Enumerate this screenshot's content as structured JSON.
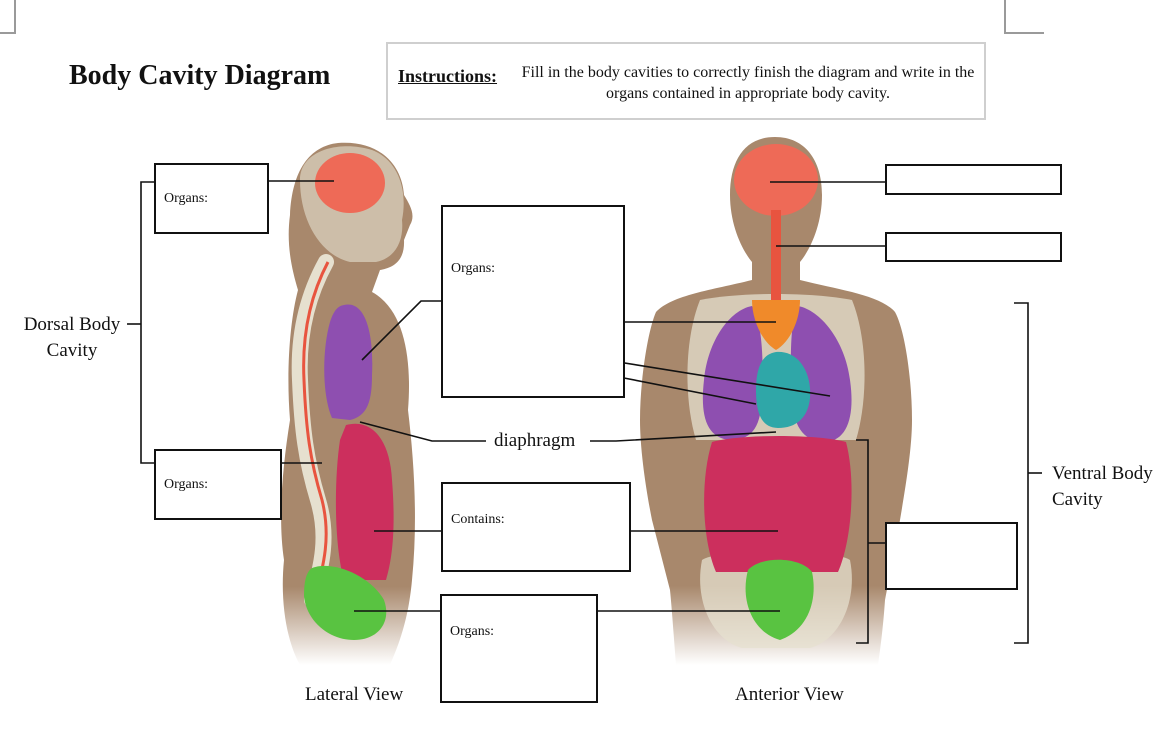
{
  "title": "Body Cavity Diagram",
  "instructions": {
    "label": "Instructions:",
    "text": "Fill in the body cavities to correctly finish the diagram and write in the organs contained in appropriate body cavity."
  },
  "labels": {
    "dorsal": "Dorsal Body Cavity",
    "ventral": "Ventral Body Cavity",
    "diaphragm": "diaphragm",
    "lateral_view": "Lateral View",
    "anterior_view": "Anterior View"
  },
  "boxes": {
    "dorsal_upper": "Organs:",
    "dorsal_lower": "Organs:",
    "thoracic": "Organs:",
    "abdominal": "Contains:",
    "pelvic": "Organs:",
    "anterior_top": "",
    "anterior_second": "",
    "anterior_right": ""
  },
  "colors": {
    "skin": "#a8886c",
    "bone": "#e6e0cf",
    "cranial": "#ee6a57",
    "spinal": "#e8543f",
    "thoracic_lungs": "#8e4fb0",
    "pericardial": "#2fa7a8",
    "mediastinum": "#f08a2a",
    "abdominal": "#cc2f5d",
    "pelvic": "#59c341"
  }
}
